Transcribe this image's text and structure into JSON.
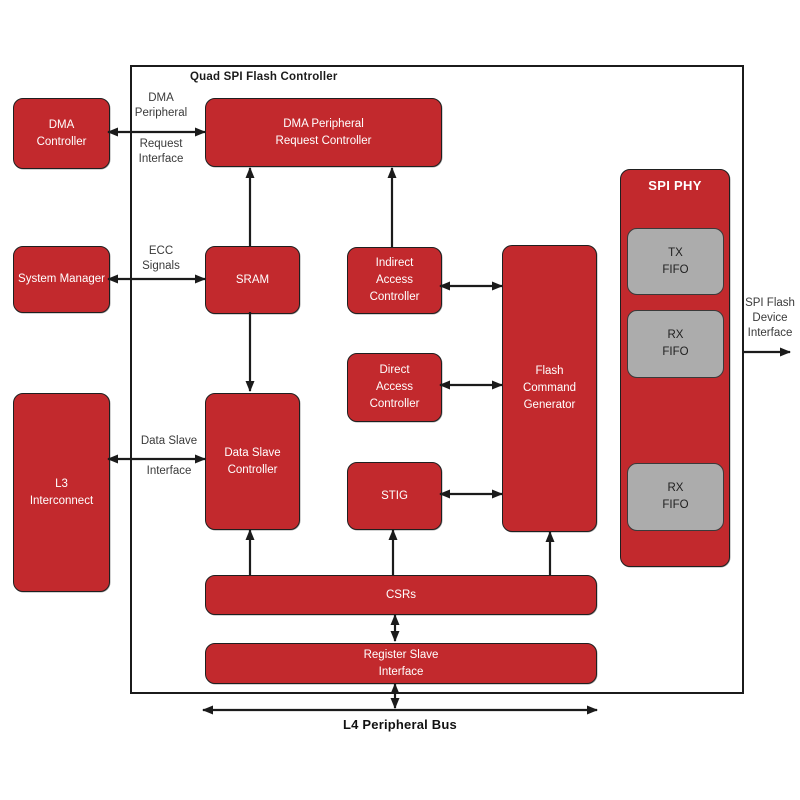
{
  "colors": {
    "block_red": "#C2292D",
    "fifo_gray": "#ACACAC",
    "line_dark": "#1B1B1B",
    "label_gray": "#3A3A3A"
  },
  "outer": {
    "title": "Quad SPI Flash Controller"
  },
  "blocks": {
    "dma_controller": {
      "lines": [
        "DMA",
        "Controller"
      ]
    },
    "system_manager": {
      "lines": [
        "System Manager"
      ]
    },
    "l3_interconnect": {
      "lines": [
        "L3",
        "Interconnect"
      ]
    },
    "dma_request": {
      "lines": [
        "DMA Peripheral",
        "Request Controller"
      ]
    },
    "sram": {
      "lines": [
        "SRAM"
      ]
    },
    "indirect_access": {
      "lines": [
        "Indirect",
        "Access",
        "Controller"
      ]
    },
    "direct_access": {
      "lines": [
        "Direct",
        "Access",
        "Controller"
      ]
    },
    "flash_command_generator": {
      "lines": [
        "Flash",
        "Command",
        "Generator"
      ]
    },
    "data_slave_controller": {
      "lines": [
        "Data Slave",
        "Controller"
      ]
    },
    "stig": {
      "lines": [
        "STIG"
      ]
    },
    "csrs": {
      "lines": [
        "CSRs"
      ]
    },
    "register_slave_interface": {
      "lines": [
        "Register Slave",
        "Interface"
      ]
    }
  },
  "spi_phy": {
    "title": "SPI PHY",
    "fifos": [
      {
        "lines": [
          "TX",
          "FIFO"
        ]
      },
      {
        "lines": [
          "RX",
          "FIFO"
        ]
      },
      {
        "lines": [
          "RX",
          "FIFO"
        ]
      }
    ]
  },
  "labels": {
    "dma_iface_top": {
      "lines": [
        "DMA",
        "Peripheral"
      ]
    },
    "dma_iface_bottom": {
      "lines": [
        "Request",
        "Interface"
      ]
    },
    "ecc": {
      "lines": [
        "ECC",
        "Signals"
      ]
    },
    "data_slave_top": {
      "lines": [
        "Data Slave"
      ]
    },
    "data_slave_bottom": {
      "lines": [
        "Interface"
      ]
    },
    "spi_flash_iface": {
      "lines": [
        "SPI Flash",
        "Device",
        "Interface"
      ]
    },
    "l4_bus": "L4 Peripheral Bus"
  }
}
